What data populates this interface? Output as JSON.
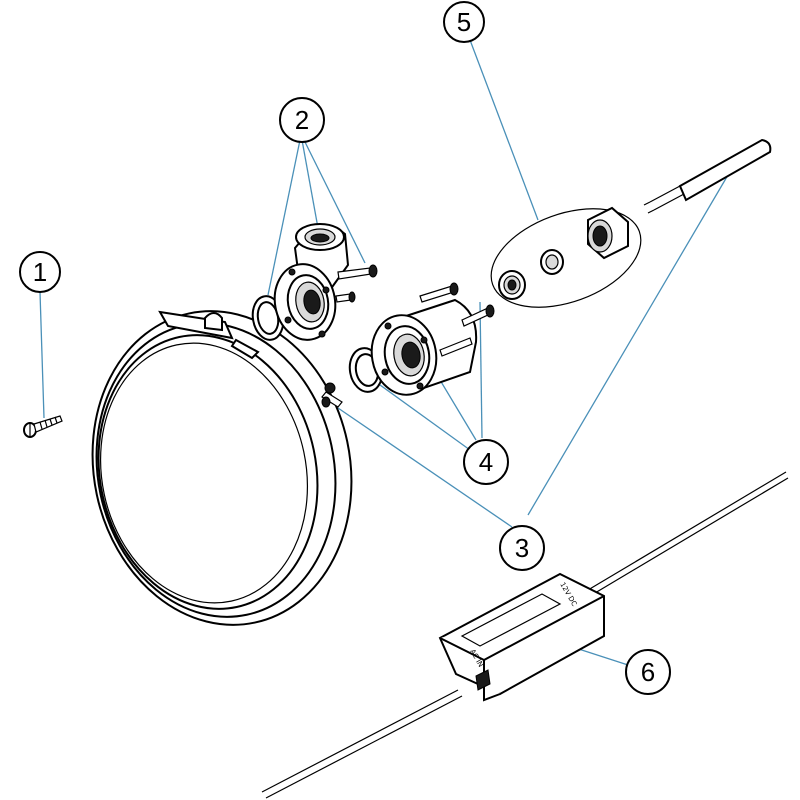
{
  "callouts": [
    {
      "id": "1",
      "label": "1"
    },
    {
      "id": "2",
      "label": "2"
    },
    {
      "id": "3",
      "label": "3"
    },
    {
      "id": "4",
      "label": "4"
    },
    {
      "id": "5",
      "label": "5"
    },
    {
      "id": "6",
      "label": "6"
    }
  ],
  "driver_box": {
    "label_front": "AC IN",
    "label_top": "12V DC"
  },
  "colors": {
    "leader": "#4a90b8",
    "outline": "#000000",
    "background": "#ffffff"
  }
}
